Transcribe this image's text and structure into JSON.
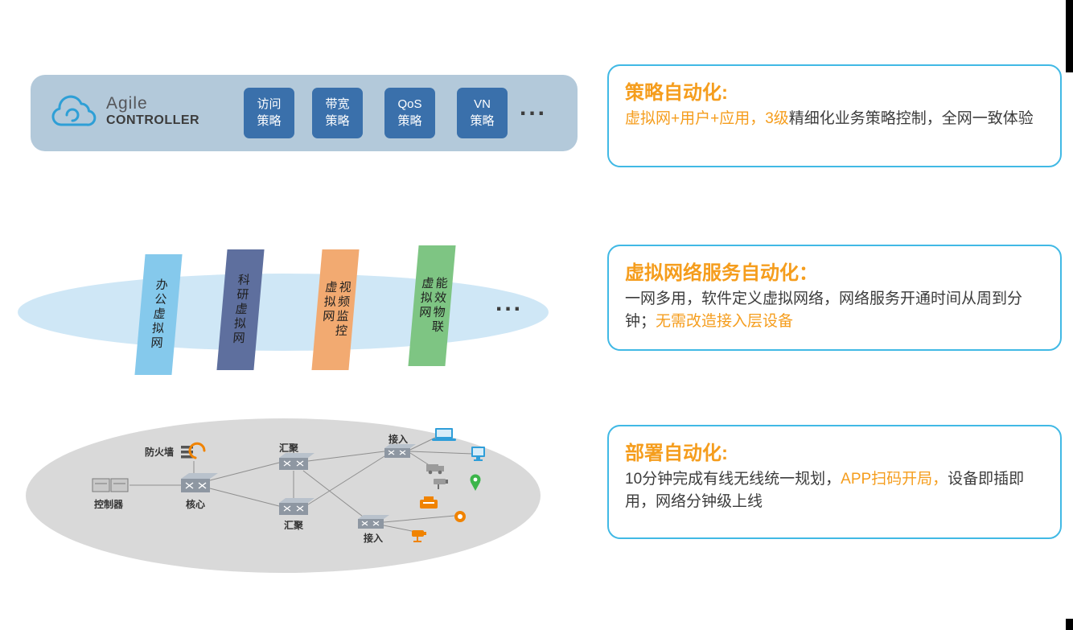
{
  "colors": {
    "accent_orange": "#f59d1d",
    "callout_border": "#41b9e5",
    "body_text": "#3c3c3c",
    "controller_bar_bg": "#b3c9da",
    "policy_tile_bg": "#3a70ab",
    "layer_ellipse_blue": "#cfe7f6",
    "layer_ellipse_gray": "#d9d9d9"
  },
  "controller": {
    "brand_line1": "Agile",
    "brand_line2": "CONTROLLER",
    "policies": [
      "访问\n策略",
      "带宽\n策略",
      "QoS\n策略",
      "VN\n策略"
    ],
    "ellipsis": "..."
  },
  "virtual_layer": {
    "panels": [
      {
        "label": "办公虚拟网",
        "color": "#85c9ec"
      },
      {
        "label": "科研虚拟网",
        "color": "#5e6f9e"
      },
      {
        "label": "视频监控\n虚拟网",
        "color": "#f2aa71"
      },
      {
        "label": "能效物联\n虚拟网",
        "color": "#7ec583"
      }
    ],
    "ellipsis": "..."
  },
  "physical_layer": {
    "labels": {
      "controller": "控制器",
      "firewall": "防火墙",
      "core": "核心",
      "agg_top": "汇聚",
      "agg_bottom": "汇聚",
      "access_top": "接入",
      "access_bottom": "接入"
    }
  },
  "callouts": [
    {
      "title": "策略自动化:",
      "segments": [
        {
          "text": "虚拟网+用户+应用，3级",
          "tone": "orange"
        },
        {
          "text": "精细化业务策略控制，全网一致体验",
          "tone": "dark"
        }
      ]
    },
    {
      "title": "虚拟网络服务自动化：",
      "segments": [
        {
          "text": "一网多用，软件定义虚拟网络，网络服务开通时间从周到分钟；",
          "tone": "dark"
        },
        {
          "text": "无需改造接入层设备",
          "tone": "orange"
        }
      ]
    },
    {
      "title": "部署自动化:",
      "segments": [
        {
          "text": "10分钟完成有线无线统一规划，",
          "tone": "dark"
        },
        {
          "text": "APP扫码开局，",
          "tone": "orange"
        },
        {
          "text": "设备即插即用，网络分钟级上线",
          "tone": "dark"
        }
      ]
    }
  ]
}
